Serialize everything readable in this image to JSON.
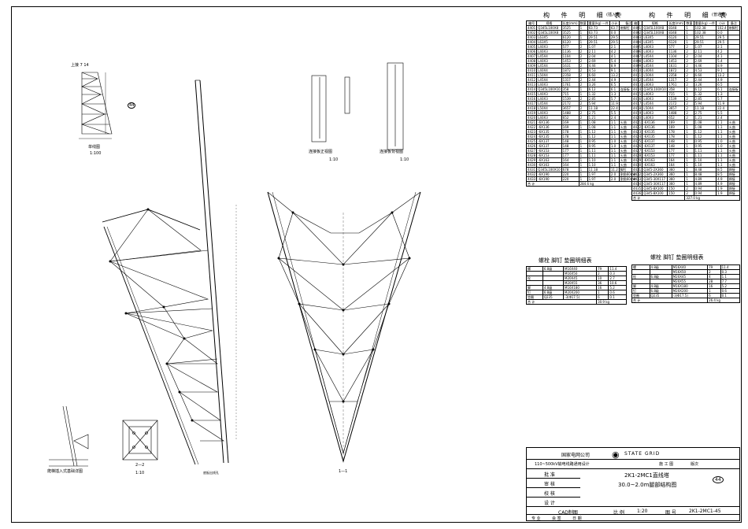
{
  "drawing": {
    "top_right_label": "上接 7 14",
    "detail_44_label": "44",
    "side_view_title": "单线图",
    "side_view_scale": "1:100",
    "plate_a_title": "连接板正视图",
    "plate_a_scale": "1:10",
    "plate_b_title": "连接板背视图",
    "plate_b_scale": "1:10",
    "section_2_title": "2—2",
    "section_2_scale": "1:10",
    "section_1_title": "1—1",
    "foot_detail_title": "爬梯插入式基础详图",
    "leg_note": "底板出线孔"
  },
  "table_left": {
    "title": "构 件 明 细 表",
    "subtitle": "(插入式)",
    "headers": [
      "编号",
      "规格",
      "长度(mm)",
      "数量",
      "重量(kg) 一件",
      "小计",
      "备注"
    ],
    "rows": [
      [
        "4401",
        "Q345L100X8",
        "3525",
        "1",
        "63.73",
        "63.7",
        "带脚钉"
      ],
      [
        "4402",
        "Q345L100X8",
        "3525",
        "1",
        "63.73",
        "0.0",
        ""
      ],
      [
        "4403",
        "L63X5",
        "6120",
        "1",
        "29.51",
        "29.5",
        ""
      ],
      [
        "4404",
        "L63X5",
        "6120",
        "1",
        "29.51",
        "29.5",
        ""
      ],
      [
        "4405",
        "L40X3",
        "577",
        "2",
        "1.07",
        "2.1",
        ""
      ],
      [
        "4406",
        "L40X3",
        "1136",
        "2",
        "2.11",
        "4.2",
        ""
      ],
      [
        "4407",
        "L45X4",
        "1104",
        "2",
        "2.04",
        "4.1",
        ""
      ],
      [
        "4408",
        "L40X3",
        "1453",
        "2",
        "2.69",
        "5.4",
        ""
      ],
      [
        "4409",
        "L45X4",
        "1631",
        "2",
        "4.46",
        "8.9",
        ""
      ],
      [
        "4410",
        "L40X4",
        "1872",
        "2",
        "4.53",
        "9.1",
        ""
      ],
      [
        "4411",
        "L50X4",
        "2358",
        "2",
        "6.60",
        "13.2",
        ""
      ],
      [
        "4412",
        "L45X4",
        "1317",
        "2",
        "2.44",
        "4.9",
        ""
      ],
      [
        "4413",
        "L40X3",
        "1761",
        "2",
        "3.26",
        "6.5",
        ""
      ],
      [
        "4414",
        "Q345L100X10",
        "358",
        "1",
        "6.12",
        "6.1",
        "连接板"
      ],
      [
        "4415",
        "L40X3",
        "715",
        "1",
        "1.32",
        "1.3",
        ""
      ],
      [
        "4416",
        "L40X3",
        "1539",
        "2",
        "2.85",
        "5.7",
        ""
      ],
      [
        "4417",
        "L45X4",
        "2172",
        "2",
        "5.94",
        "11.9",
        ""
      ],
      [
        "4418",
        "L50X4",
        "3657",
        "2",
        "11.18",
        "22.4",
        ""
      ],
      [
        "4419",
        "L40X3",
        "1488",
        "2",
        "2.75",
        "5.5",
        ""
      ],
      [
        "4420",
        "L40X3",
        "652",
        "2",
        "1.21",
        "2.4",
        ""
      ],
      [
        "4421",
        "-6X136",
        "169",
        "1",
        "1.08",
        "1.1",
        "火曲"
      ],
      [
        "4422",
        "-6X136",
        "169",
        "1",
        "1.08",
        "1.1",
        "火曲"
      ],
      [
        "4423",
        "-6X135",
        "178",
        "1",
        "1.12",
        "1.1",
        "火曲"
      ],
      [
        "4424",
        "-6X135",
        "178",
        "1",
        "1.12",
        "1.1",
        "火曲"
      ],
      [
        "4425",
        "-6X137",
        "148",
        "1",
        "0.95",
        "1.0",
        "火曲"
      ],
      [
        "4426",
        "-6X137",
        "148",
        "1",
        "0.95",
        "1.0",
        "火曲"
      ],
      [
        "4427",
        "-6X153",
        "177",
        "1",
        "1.11",
        "1.1",
        "火曲"
      ],
      [
        "4428",
        "-6X153",
        "177",
        "1",
        "1.11",
        "1.1",
        "火曲"
      ],
      [
        "4429",
        "-6X163",
        "164",
        "1",
        "1.10",
        "1.1",
        "火曲"
      ],
      [
        "4430",
        "-6X163",
        "164",
        "1",
        "1.10",
        "1.1",
        "火曲"
      ],
      [
        "4431",
        "Q345L100X10",
        "678",
        "1",
        "11.18",
        "11.2",
        "脚钉"
      ],
      [
        "4432",
        "-6X190",
        "220",
        "1",
        "1.97",
        "2.0",
        "割角60mm"
      ],
      [
        "4433",
        "-6X190",
        "220",
        "1",
        "1.97",
        "2.0",
        "割角60mm"
      ]
    ],
    "total_label": "合 计",
    "total_value": "284.6 kg"
  },
  "table_right": {
    "title": "构 件 明 细 表",
    "subtitle": "(普通式)",
    "rows": [
      [
        "4401",
        "Q345L100X8",
        "8348",
        "1",
        "102.38",
        "102.4",
        "带脚钉"
      ],
      [
        "4402",
        "Q345L100X8",
        "8348",
        "1",
        "102.38",
        "0.0",
        ""
      ],
      [
        "4403",
        "L63X5",
        "6120",
        "1",
        "29.51",
        "29.5",
        ""
      ],
      [
        "4404",
        "L63X5",
        "6120",
        "1",
        "29.51",
        "29.5",
        ""
      ],
      [
        "4405",
        "L40X3",
        "577",
        "2",
        "1.07",
        "2.1",
        ""
      ],
      [
        "4406",
        "L40X3",
        "1136",
        "2",
        "2.11",
        "4.2",
        ""
      ],
      [
        "4407",
        "L45X4",
        "1104",
        "2",
        "2.04",
        "4.1",
        ""
      ],
      [
        "4408",
        "L40X3",
        "1453",
        "2",
        "2.69",
        "5.4",
        ""
      ],
      [
        "4409",
        "L45X4",
        "1631",
        "2",
        "4.46",
        "8.9",
        ""
      ],
      [
        "4410",
        "L40X4",
        "1872",
        "2",
        "4.53",
        "9.1",
        ""
      ],
      [
        "4411",
        "L50X4",
        "2358",
        "2",
        "6.60",
        "13.2",
        ""
      ],
      [
        "4412",
        "L45X4",
        "1317",
        "2",
        "2.44",
        "4.9",
        ""
      ],
      [
        "4413",
        "L40X3",
        "1761",
        "2",
        "3.26",
        "6.5",
        ""
      ],
      [
        "4414",
        "Q345L100X10",
        "358",
        "1",
        "6.12",
        "6.1",
        "连接板"
      ],
      [
        "4415",
        "L40X3",
        "715",
        "1",
        "1.32",
        "1.3",
        ""
      ],
      [
        "4416",
        "L40X3",
        "1539",
        "2",
        "2.85",
        "5.7",
        ""
      ],
      [
        "4417",
        "L45X4",
        "2172",
        "2",
        "5.94",
        "11.9",
        ""
      ],
      [
        "4418",
        "L50X4",
        "3657",
        "2",
        "11.18",
        "22.4",
        ""
      ],
      [
        "4419",
        "L40X3",
        "1488",
        "2",
        "2.75",
        "5.5",
        ""
      ],
      [
        "4420",
        "L40X3",
        "652",
        "2",
        "1.21",
        "2.4",
        ""
      ],
      [
        "4421",
        "-6X136",
        "169",
        "1",
        "1.08",
        "1.1",
        "火曲"
      ],
      [
        "4422",
        "-6X136",
        "169",
        "1",
        "1.08",
        "1.1",
        "火曲"
      ],
      [
        "4423",
        "-6X135",
        "178",
        "1",
        "1.12",
        "1.1",
        "火曲"
      ],
      [
        "4424",
        "-6X135",
        "178",
        "1",
        "1.12",
        "1.1",
        "火曲"
      ],
      [
        "4425",
        "-6X137",
        "148",
        "1",
        "0.95",
        "1.0",
        "火曲"
      ],
      [
        "4426",
        "-6X137",
        "148",
        "1",
        "0.95",
        "1.0",
        "火曲"
      ],
      [
        "4427",
        "-6X153",
        "177",
        "1",
        "1.11",
        "1.1",
        "火曲"
      ],
      [
        "4428",
        "-6X153",
        "177",
        "1",
        "1.11",
        "1.1",
        "火曲"
      ],
      [
        "4429",
        "-6X163",
        "164",
        "1",
        "1.10",
        "1.1",
        "火曲"
      ],
      [
        "4430",
        "-6X163",
        "164",
        "1",
        "1.10",
        "1.1",
        "火曲"
      ],
      [
        "4431",
        "Q345-2X360",
        "360",
        "1",
        "8.48",
        "8.5",
        "焊接"
      ],
      [
        "4432",
        "Q345-2X360",
        "360",
        "1",
        "8.48",
        "8.5",
        "焊接"
      ],
      [
        "4433",
        "Q345-30X117",
        "360",
        "1",
        "4.89",
        "4.9",
        "焊接"
      ],
      [
        "4434",
        "Q345-30X117",
        "360",
        "1",
        "4.89",
        "4.9",
        "焊接"
      ],
      [
        "4435",
        "Q345-8X100",
        "150",
        "2",
        "0.94",
        "1.9",
        "焊接"
      ],
      [
        "4436",
        "Q345-8X100",
        "150",
        "2",
        "0.94",
        "1.9",
        "焊接"
      ]
    ],
    "total_label": "合 计",
    "total_value": "327.0 kg"
  },
  "bolt_left": {
    "title": "螺栓 脚钉 垫圈明细表",
    "rows": [
      [
        "螺",
        "6.8级",
        "M16X40",
        "79",
        "11.4"
      ],
      [
        "",
        "",
        "M16X50",
        "2",
        "0.3"
      ],
      [
        "栓",
        "",
        "M20X45",
        "10",
        "2.7"
      ],
      [
        "",
        "",
        "M20X55",
        "36",
        "10.6"
      ],
      [
        "脚",
        "4.8级",
        "M16X180",
        "16",
        "5.2"
      ],
      [
        "钉",
        "6.8级",
        "M20X200",
        "1",
        "0.6"
      ],
      [
        "垫圈",
        "Q235",
        "-3(Φ17.5)",
        "6",
        "0.1"
      ]
    ],
    "total_label": "合 计",
    "total_value": "30.9 kg"
  },
  "bolt_right": {
    "title": "螺栓 脚钉 垫圈明细表",
    "rows": [
      [
        "螺",
        "4.8级",
        "M16X40",
        "79",
        "11.4"
      ],
      [
        "",
        "",
        "M16X50",
        "2",
        "0.3"
      ],
      [
        "栓",
        "6.8级",
        "M20X45",
        "4",
        "1.1"
      ],
      [
        "",
        "",
        "M20X55",
        "28",
        "7.7"
      ],
      [
        "脚",
        "4.8级",
        "M16X180",
        "16",
        "5.2"
      ],
      [
        "钉",
        "6.8级",
        "M20X200",
        "1",
        "0.6"
      ],
      [
        "垫圈",
        "Q235",
        "-3(Φ17.5)",
        "6",
        "0.1"
      ]
    ],
    "total_label": "合 计",
    "total_value": "26.4 kg"
  },
  "title_block": {
    "company": "国家电网公司",
    "brand": "STATE GRID",
    "project": "110~500kV输电线路通用设计",
    "stage": "施 工 图",
    "stage2": "版次",
    "roles": [
      "批 准",
      "审 核",
      "校 核",
      "设 计"
    ],
    "drawing_name_line1": "2K1-2MC1直线塔",
    "drawing_name_line2": "30.0~2.0m腿部结构图",
    "drawing_circle": "44",
    "cad": "CAD制图",
    "scale_label": "比 例",
    "scale_value": "1:20",
    "drawing_no_label": "图 号",
    "drawing_no": "2K1-2MC1-45",
    "footer_cols": [
      "专 业",
      "会 签",
      "日 期"
    ]
  }
}
